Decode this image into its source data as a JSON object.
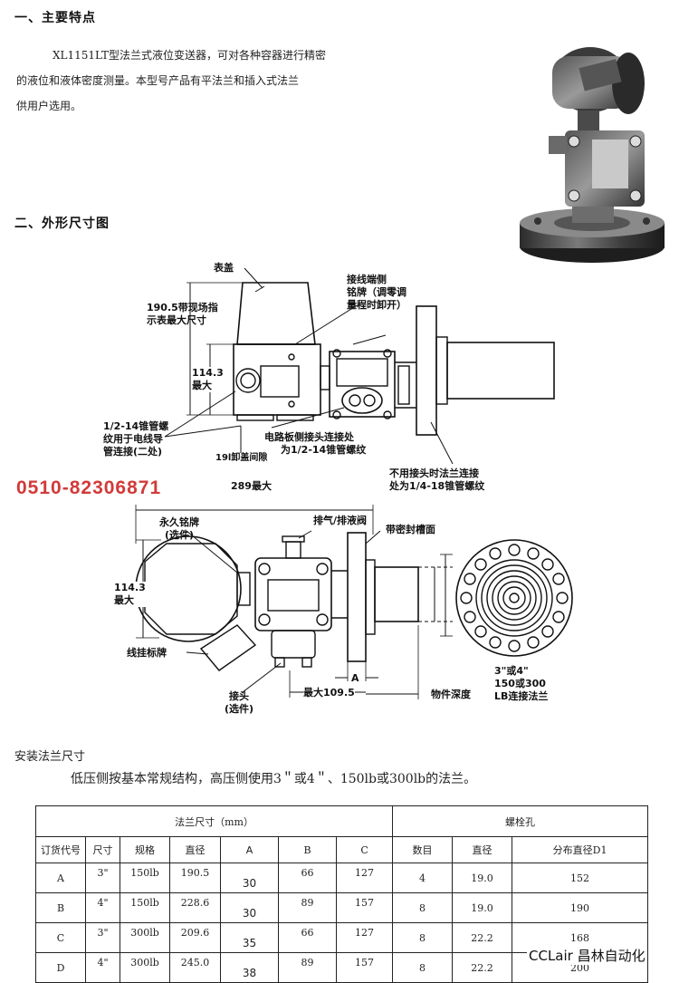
{
  "section1": {
    "title": "一、主要特点",
    "lines": [
      "XL1151LT型法兰式液位变送器，可对各种容器进行精密",
      "的液位和液体密度测量。本型号产品有平法兰和插入式法兰",
      "供用户选用。"
    ]
  },
  "section2": {
    "title": "二、外形尺寸图"
  },
  "diagram_top": {
    "label_cover": "表盖",
    "label_190": [
      "190.5带现场指",
      "示表最大尺寸"
    ],
    "label_114": [
      "114.3",
      "最大"
    ],
    "label_conduit": [
      "1/2-14锥管螺",
      "纹用于电线导",
      "管连接(二处)"
    ],
    "label_clearance": "19l卸盖间隙",
    "label_terminal": [
      "接线端侧",
      "铭牌（调零调",
      "量程时卸开）"
    ],
    "label_circuit": [
      "电路板侧接头连接处",
      "为1/2-14锥管螺纹"
    ],
    "label_flange_conn": [
      "不用接头时法兰连接",
      "处为1/4-18锥管螺纹"
    ],
    "label_289": "289最大"
  },
  "phone": "0510-82306871",
  "diagram_bottom": {
    "label_nameplate": [
      "永久铭牌",
      "(选件)"
    ],
    "label_vent": "排气/排液阀",
    "label_114": [
      "114.3",
      "最大"
    ],
    "label_seal": "带密封槽面",
    "label_tag": "线挂标牌",
    "label_joint": [
      "接头",
      "(选件)"
    ],
    "label_a": "A",
    "label_max": "最大109.5",
    "label_depth": "物件深度",
    "label_flange": [
      "3\"或4\"",
      "150或300",
      "LB连接法兰"
    ]
  },
  "install": {
    "title": "安装法兰尺寸",
    "note": "低压侧按基本常规结构，高压侧使用3＂或4＂、150lb或300lb的法兰。"
  },
  "table": {
    "group_flange": "法兰尺寸（mm）",
    "group_bolt": "螺栓孔",
    "headers": [
      "订货代号",
      "尺寸",
      "规格",
      "直径",
      "A",
      "B",
      "C",
      "数目",
      "直径",
      "分布直径D1"
    ],
    "rows": [
      [
        "A",
        "3\"",
        "150lb",
        "190.5",
        "30",
        "66",
        "127",
        "4",
        "19.0",
        "152"
      ],
      [
        "B",
        "4\"",
        "150lb",
        "228.6",
        "30",
        "89",
        "157",
        "8",
        "19.0",
        "190"
      ],
      [
        "C",
        "3\"",
        "300lb",
        "209.6",
        "35",
        "66",
        "127",
        "8",
        "22.2",
        "168"
      ],
      [
        "D",
        "4\"",
        "300lb",
        "245.0",
        "38",
        "89",
        "157",
        "8",
        "22.2",
        "200"
      ]
    ]
  },
  "watermark": "CCLair 昌林自动化"
}
